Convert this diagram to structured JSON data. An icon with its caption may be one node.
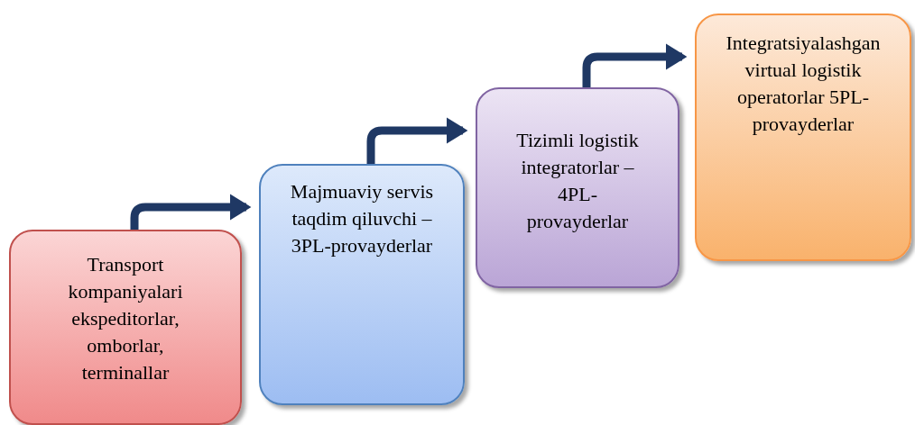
{
  "diagram": {
    "nodes": [
      {
        "text": [
          "Transport kompaniyalari ekspeditorlar, omborlar, terminallar"
        ]
      },
      {
        "text": [
          "Majmuaviy servis taqdim qiluvchi – 3PL-provayderlar"
        ]
      },
      {
        "text": [
          "Tizimli logistik integratorlar – 4PL-provayderlar"
        ]
      },
      {
        "text": [
          "Integratsiyalashgan virtual logistik operatorlar 5PL-provayderlar"
        ]
      }
    ],
    "edges": [
      {
        "from": 0,
        "to": 1,
        "arrow": "to"
      },
      {
        "from": 1,
        "to": 2,
        "arrow": "to"
      },
      {
        "from": 2,
        "to": 3,
        "arrow": "to"
      }
    ]
  }
}
